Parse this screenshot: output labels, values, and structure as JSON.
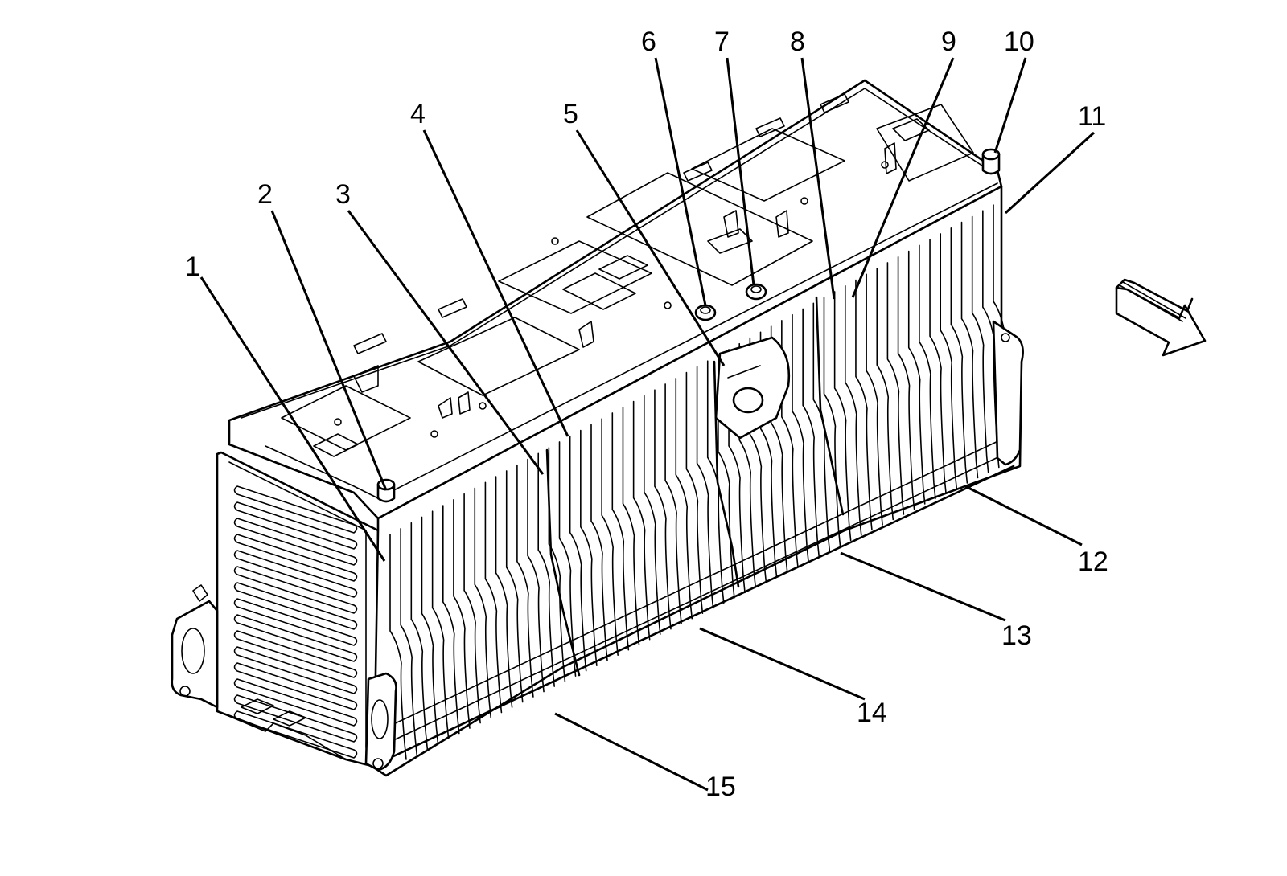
{
  "diagram": {
    "callouts": [
      {
        "id": 1,
        "label": "1"
      },
      {
        "id": 2,
        "label": "2"
      },
      {
        "id": 3,
        "label": "3"
      },
      {
        "id": 4,
        "label": "4"
      },
      {
        "id": 5,
        "label": "5"
      },
      {
        "id": 6,
        "label": "6"
      },
      {
        "id": 7,
        "label": "7"
      },
      {
        "id": 8,
        "label": "8"
      },
      {
        "id": 9,
        "label": "9"
      },
      {
        "id": 10,
        "label": "10"
      },
      {
        "id": 11,
        "label": "11"
      },
      {
        "id": 12,
        "label": "12"
      },
      {
        "id": 13,
        "label": "13"
      },
      {
        "id": 14,
        "label": "14"
      },
      {
        "id": 15,
        "label": "15"
      }
    ],
    "direction_arrow": "front-direction-arrow-icon"
  }
}
